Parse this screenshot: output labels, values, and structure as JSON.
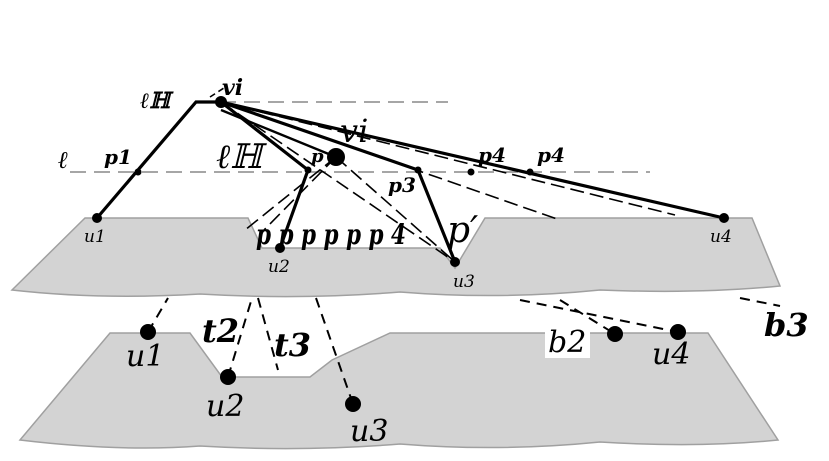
{
  "figure": {
    "bg_color": "#ffffff",
    "terrain_color": "#d3d3d3",
    "terrain_edge_color": "#a0a0a0",
    "stroke_color": "#000000",
    "dash_color": "#000000",
    "line_l_color": "#999999"
  },
  "top_panel": {
    "line_label_l": "ℓ",
    "line_label_lH": "ℓℍ",
    "vertex_vi": "vi",
    "vertex_vi_mid": "vi",
    "p1": "p1",
    "p2": "p",
    "p3": "p3",
    "p4a": "p4",
    "p4b": "p4",
    "p_prime": "p′",
    "u1": "u1",
    "u2": "u2",
    "u3": "u3",
    "u4": "u4",
    "mid_lH": "ℓℍ",
    "garbled": "p p p p p p 4"
  },
  "bottom_panel": {
    "u1": "u1",
    "u2": "u2",
    "u3": "u3",
    "u4": "u4",
    "t2": "t2",
    "t3": "t3",
    "b2": "b2",
    "b3": "b3"
  }
}
